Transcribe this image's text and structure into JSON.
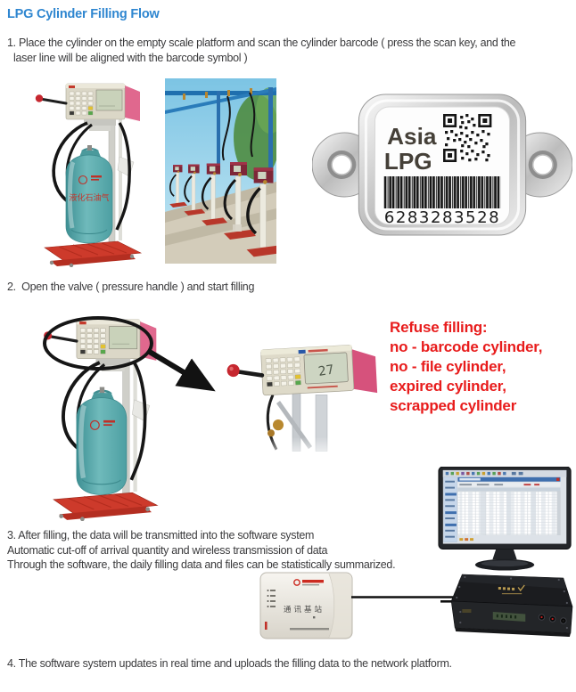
{
  "title": "LPG Cylinder Filling Flow",
  "steps": {
    "step1_line1": "1. Place the cylinder on the empty scale platform and scan the cylinder barcode ( press the scan key, and the",
    "step1_line2": "laser line will be aligned with the barcode symbol )",
    "step2": "2.  Open the valve ( pressure handle ) and start filling",
    "step3_line1": "3. After filling, the data will be transmitted into the software system",
    "step3_line2": "Automatic cut-off of arrival quantity and wireless transmission of data",
    "step3_line3": "Through the software, the daily filling data and files can be statistically summarized.",
    "step4": "4. The software system updates in real time and uploads the filling data to the network platform."
  },
  "barcode_tag": {
    "brand_top": "Asia",
    "brand_bottom": "LPG",
    "number": "6283283528"
  },
  "refuse": {
    "title": "Refuse filling:",
    "lines": [
      "no - barcode cylinder,",
      "no - file cylinder,",
      "expired cylinder,",
      "scrapped cylinder"
    ]
  },
  "equipment": {
    "cylinder_label": "液化石油气",
    "scale_reading": "27",
    "base_station_label": "通讯基站"
  },
  "colors": {
    "title_blue": "#2e86d0",
    "alert_red": "#e81c1c",
    "cylinder_teal": "#55a9ab",
    "platform_red": "#c9342a",
    "panel_pink": "#e0688e"
  }
}
